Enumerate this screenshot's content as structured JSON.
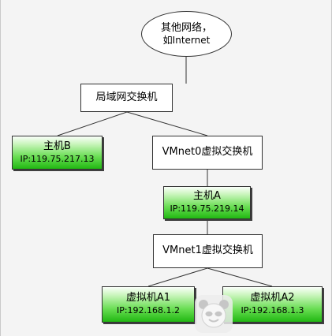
{
  "diagram": {
    "internet": {
      "line1": "其他网络，",
      "line2": "如Internet"
    },
    "lan_switch": {
      "label": "局域网交换机"
    },
    "host_b": {
      "title": "主机B",
      "ip": "IP:119.75.217.13"
    },
    "vmnet0": {
      "label": "VMnet0虚拟交换机"
    },
    "host_a": {
      "title": "主机A",
      "ip": "IP:119.75.219.14"
    },
    "vmnet1": {
      "label": "VMnet1虚拟交换机"
    },
    "vm_a1": {
      "title": "虚拟机A1",
      "ip": "IP:192.168.1.2"
    },
    "vm_a2": {
      "title": "虚拟机A2",
      "ip": "IP:192.168.1.3"
    }
  },
  "colors": {
    "canvas_background": "#f4f4f4",
    "line": "#333333",
    "green_top": "#cdf6c0",
    "green_bottom": "#21b812"
  }
}
